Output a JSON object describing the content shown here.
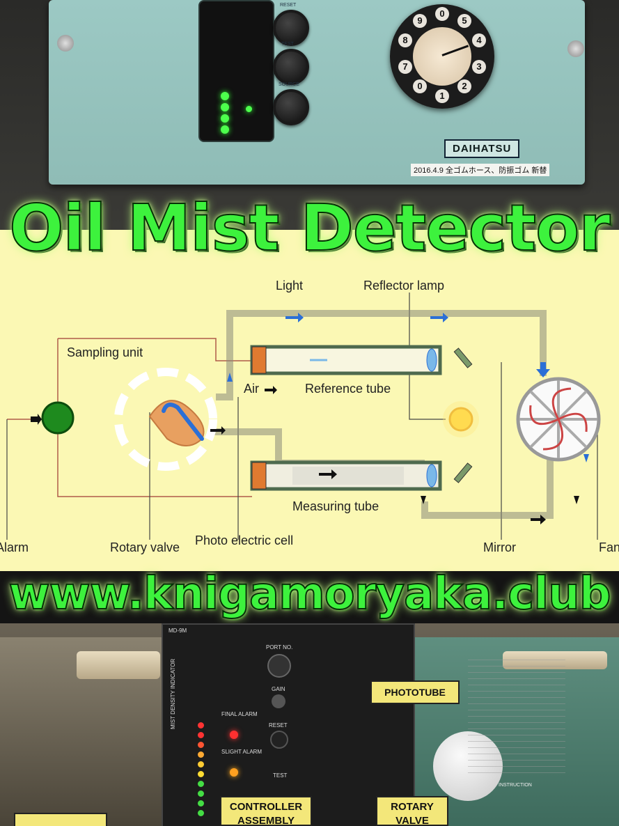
{
  "top_photo": {
    "brand": "DAIHATSU",
    "date_note": "2016.4.9 全ゴムホース、防振ゴム 新替",
    "knob_labels": [
      "RESET",
      "TEST",
      "SOURCE"
    ],
    "dial_numbers": [
      "0",
      "5",
      "4",
      "3",
      "2",
      "1",
      "0",
      "7",
      "8",
      "9"
    ]
  },
  "title": "Oil Mist Detector",
  "diagram": {
    "labels": {
      "light": "Light",
      "reflector_lamp": "Reflector lamp",
      "sampling_unit": "Sampling unit",
      "air": "Air",
      "reference_tube": "Reference tube",
      "measuring_tube": "Measuring tube",
      "alarm": "Alarm",
      "rotary_valve": "Rotary valve",
      "photo_electric_cell": "Photo electric cell",
      "mirror": "Mirror",
      "fan": "Fan"
    },
    "colors": {
      "background": "#fbf8b4",
      "alarm_lamp": "#1e8a1e",
      "tube": "#5f6f5f",
      "flow_arrow": "#2b6fd6",
      "valve": "#e8a060"
    }
  },
  "url": "www.knigamoryaka.club",
  "bottom_photo": {
    "model": "MD-9M",
    "port_no": "PORT NO.",
    "gain": "GAIN",
    "reset": "RESET",
    "test": "TEST",
    "final_alarm": "FINAL ALARM",
    "slight_alarm": "SLIGHT ALARM",
    "density_indicator": "MIST DENSITY INDICATOR",
    "instruction": "INSTRUCTION",
    "tags": {
      "phototube": "PHOTOTUBE",
      "controller_assembly": "CONTROLLER ASSEMBLY",
      "rotary_valve": "ROTARY VALVE"
    }
  }
}
